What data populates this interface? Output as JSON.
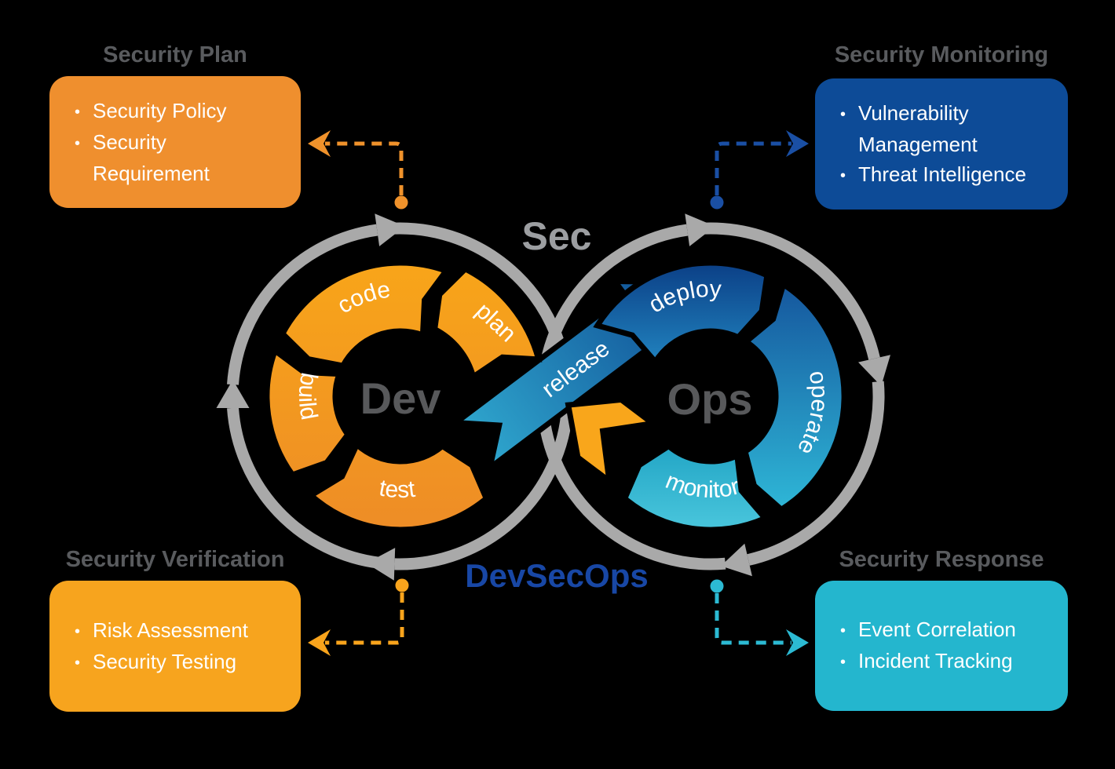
{
  "loop": {
    "sec_label": "Sec",
    "dev_label": "Dev",
    "ops_label": "Ops",
    "devsecops_label": "DevSecOps",
    "dev_steps": {
      "code": "code",
      "plan": "plan",
      "build": "build",
      "test": "test"
    },
    "release_label": "release",
    "ops_steps": {
      "deploy": "deploy",
      "operate": "operate",
      "monitor": "monitor"
    }
  },
  "panels": {
    "security_plan": {
      "title": "Security Plan",
      "items": [
        "Security Policy",
        "Security\nRequirement"
      ]
    },
    "security_monitoring": {
      "title": "Security Monitoring",
      "items": [
        "Vulnerability\nManagement",
        "Threat Intelligence"
      ]
    },
    "security_verification": {
      "title": "Security Verification",
      "items": [
        "Risk Assessment",
        "Security Testing"
      ]
    },
    "security_response": {
      "title": "Security Response",
      "items": [
        "Event Correlation",
        "Incident Tracking"
      ]
    }
  },
  "colors": {
    "background": "#000000",
    "ring_gray": "#A9A9A9",
    "heading_gray": "#595B5E",
    "hub_text_gray": "#58595B",
    "sec_gray": "#9C9EA1",
    "plan_box_orange": "#EF8F2E",
    "verification_box_orange": "#F7A41E",
    "monitoring_box_navy": "#0D4B97",
    "response_box_cyan": "#24B6CE",
    "devsecops_blue": "#1847A5",
    "dev_ring_orange": "#F5A01E",
    "ops_deploy_navy": "#0C4189",
    "ops_cyan": "#2FB9D8",
    "return_arrow_orange": "#F9A61B"
  }
}
